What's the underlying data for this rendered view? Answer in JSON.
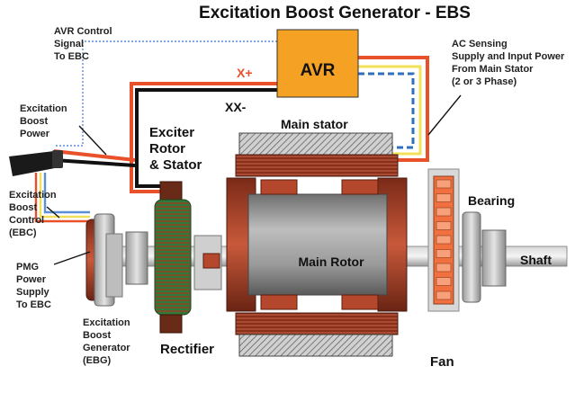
{
  "title": "Excitation Boost Generator - EBS",
  "labels": {
    "avr": "AVR",
    "x_plus": "X+",
    "xx_minus": "XX-",
    "avr_control": [
      "AVR Control",
      "Signal",
      "To EBC"
    ],
    "ac_sensing": [
      "AC Sensing",
      "Supply and Input Power",
      "From Main Stator",
      "(2 or 3 Phase)"
    ],
    "excitation_boost_power": [
      "Excitation",
      "Boost",
      "Power"
    ],
    "exciter": [
      "Exciter",
      "Rotor",
      "& Stator"
    ],
    "main_stator": "Main stator",
    "excitation_boost_control": [
      "Excitation",
      "Boost",
      "Control",
      "(EBC)"
    ],
    "bearing": "Bearing",
    "pmg_supply": [
      "PMG",
      "Power",
      "Supply",
      "To EBC"
    ],
    "main_rotor": "Main Rotor",
    "shaft": "Shaft",
    "ebg": [
      "Excitation",
      "Boost",
      "Generator",
      "(EBG)"
    ],
    "rectifier": "Rectifier",
    "fan": "Fan"
  },
  "colors": {
    "avr_fill": "#f5a224",
    "red_wire": "#e8512a",
    "black_wire": "#111111",
    "blue_dotted": "#5b8fd6",
    "yellow_wire": "#f3e05a",
    "blue_dashed": "#2f6fc0",
    "copper": "#b5482c",
    "rotor_gray": "#8c8c8c",
    "coil_green": "#2f7a3a",
    "fan_orange": "#f07040"
  }
}
